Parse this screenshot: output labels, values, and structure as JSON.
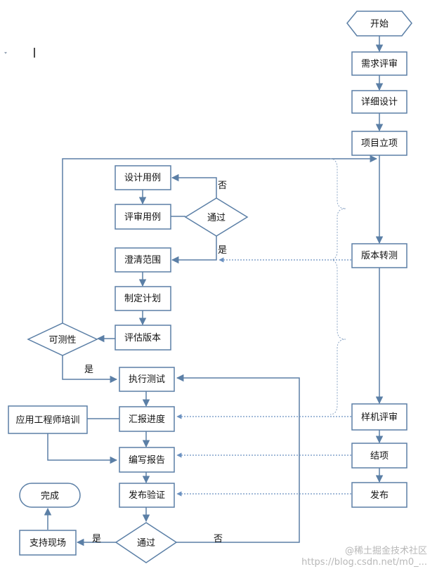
{
  "nodes": {
    "start": "开始",
    "req_review": "需求评审",
    "detail_design": "详细设计",
    "project_setup": "项目立项",
    "design_cases": "设计用例",
    "review_cases": "评审用例",
    "pass_review": "通过",
    "clarify_scope": "澄清范围",
    "make_plan": "制定计划",
    "estimate_version": "评估版本",
    "testability": "可测性",
    "version_transfer": "版本转测",
    "exec_test": "执行测试",
    "report_progress": "汇报进度",
    "app_engineer_training": "应用工程师培训",
    "write_report": "编写报告",
    "release_verify": "发布验证",
    "pass_final": "通过",
    "support_site": "支持现场",
    "done": "完成",
    "prototype_review": "样机评审",
    "close_project": "结项",
    "release": "发布"
  },
  "labels": {
    "no_1": "否",
    "yes_1": "是",
    "yes_2": "是",
    "yes_3": "是",
    "no_2": "否"
  },
  "watermark": {
    "brand": "@稀土掘金技术社区",
    "url": "https://blog.csdn.net/m0_..."
  },
  "colors": {
    "stroke": "#5b7fa6",
    "dotted": "#6a90c0"
  }
}
